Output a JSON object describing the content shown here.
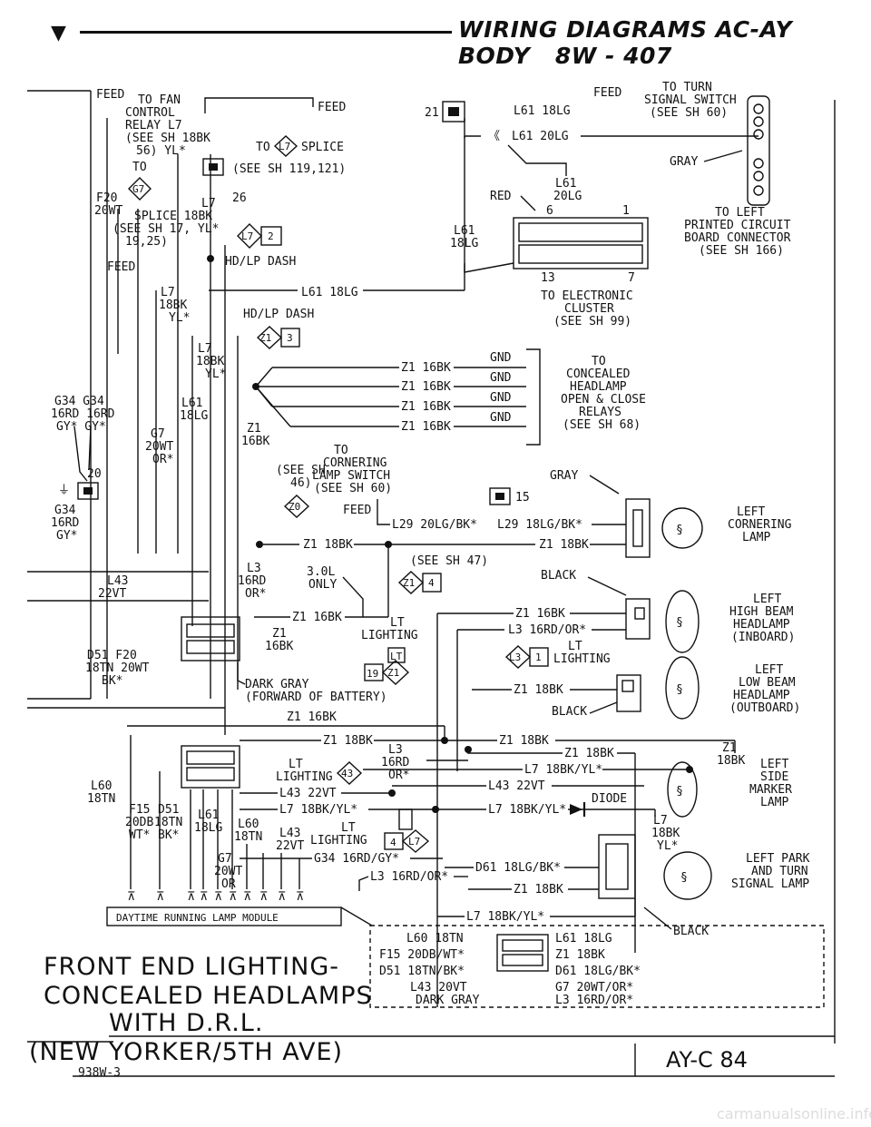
{
  "header": {
    "title": "WIRING DIAGRAMS AC-AY BODY",
    "page": "8W - 407"
  },
  "footer": {
    "watermark": "carmanualsonline.info"
  },
  "caption": {
    "line1": "FRONT END LIGHTING-",
    "line2": "CONCEALED HEADLAMPS",
    "line3": "WITH D.R.L.",
    "line4": "(NEW YORKER/5TH AVE)",
    "drawing_no": "938W-3",
    "figure_id": "AY-C 84"
  },
  "labels": {
    "feed_top": "FEED",
    "to_fan": "TO FAN",
    "control": "CONTROL",
    "relay_l7": "RELAY  L7",
    "see_sh_18bk": "(SEE SH 18BK",
    "n56": "56)   YL*",
    "feed_r": "FEED",
    "to_splice": "TO",
    "l7_box": "L7",
    "splice": "SPLICE",
    "see_sh_119": "(SEE SH 119,121)",
    "to_g7": "TO",
    "g7": "G7",
    "n26": "26",
    "l7_18bk": "L7",
    "f20": "F20",
    "n20wt": "20WT",
    "splice2": "SPLICE  18BK",
    "see_sh17": "(SEE SH 17,  YL*",
    "n1925": "19,25)",
    "l7_2": "L7",
    "n2": "2",
    "feed2": "FEED",
    "hdlp_dash": "HD/LP DASH",
    "hdlp_dash2": "HD/LP DASH",
    "l61_18lg": "L61 18LG",
    "l7_18bk_yl": "L7",
    "n18bk": "18BK",
    "yl": "YL*",
    "z1_3": "Z1",
    "n3": "3",
    "g34a": "G34  G34",
    "n16rd": "16RD 16RD",
    "gy": "GY*  GY*",
    "l61b": "L61",
    "n18lg": "18LG",
    "g7b": "G7",
    "n20wt2": "20WT",
    "or": "OR*",
    "n20": "20",
    "g34b": "G34",
    "n16rd2": "16RD",
    "gy2": "GY*",
    "z1a": "Z1 16BK",
    "z1b": "Z1 16BK",
    "z1c": "Z1 16BK",
    "z1d": "Z1 16BK",
    "gnd": "GND",
    "to_conc": "TO",
    "concealed": "CONCEALED",
    "headlamp": "HEADLAMP",
    "open_close": "OPEN & CLOSE",
    "relays": "RELAYS",
    "see_sh68": "(SEE SH 68)",
    "z1_16bk": "Z1",
    "n16bk": "16BK",
    "to_corner": "TO",
    "see_sh46": "(SEE SH",
    "n46": "46)",
    "cornering": "CORNERING",
    "lamp_switch": "LAMP SWITCH",
    "see_sh60": "(SEE SH 60)",
    "z0": "Z0",
    "feed3": "FEED",
    "l29a": "L29 20LG/BK*",
    "l29b": "L29 18LG/BK*",
    "n15": "15",
    "gray1": "GRAY",
    "z1_18bk": "Z1 18BK",
    "z1_18bk2": "Z1 18BK",
    "see_sh47": "(SEE SH 47)",
    "left_corn": "LEFT",
    "cornering2": "CORNERING",
    "lamp": "LAMP",
    "l43": "L43",
    "n22vt": "22VT",
    "l3": "L3",
    "n16rd3": "16RD",
    "or2": "OR*",
    "n30l": "3.0L",
    "only": "ONLY",
    "z1_4": "Z1",
    "n4": "4",
    "black1": "BLACK",
    "z1_16bk2": "Z1 16BK",
    "z1_16bk3": "Z1 16BK",
    "l3_16rd": "L3 16RD/OR*",
    "left_hb": "LEFT",
    "high_beam": "HIGH BEAM",
    "headlamp2": "HEADLAMP",
    "inboard": "(INBOARD)",
    "d51": "D51  F20",
    "n18tn": "18TN 20WT",
    "bk": "BK*",
    "z1_2": "Z1",
    "n16bk2": "16BK",
    "lt": "LT",
    "lighting": "LIGHTING",
    "lt_box": "LT",
    "n19": "19",
    "z1_box": "Z1",
    "l3_box": "L3",
    "n1": "1",
    "lt2": "LT",
    "lighting2": "LIGHTING",
    "dark_gray": "DARK GRAY",
    "fwd_batt": "(FORWARD OF BATTERY)",
    "z1_16bk4": "Z1 16BK",
    "z1_18bk3": "Z1 18BK",
    "black2": "BLACK",
    "left_lb": "LEFT",
    "low_beam": "LOW BEAM",
    "headlamp3": "HEADLAMP",
    "outboard": "(OUTBOARD)",
    "z1_18bk4": "Z1 18BK",
    "l3b": "L3",
    "n16rd4": "16RD",
    "or3": "OR*",
    "z1_18bk5": "Z1 18BK",
    "z1_18bk6": "Z1 18BK",
    "lt3": "LT",
    "lighting3": "LIGHTING",
    "n43": "43",
    "l7_yl": "L7 18BK/YL*",
    "l43_22vt": "L43 22VT",
    "l43_22vt2": "L43 22VT",
    "diode": "DIODE",
    "l7_yl2": "L7 18BK/YL*",
    "l7_yl3": "L7 18BK/YL*",
    "z1_left": "Z1",
    "n18bk2": "18BK",
    "left_side": "LEFT",
    "side": "SIDE",
    "marker": "MARKER",
    "lamp2": "LAMP",
    "l60": "L60",
    "n18tn2": "18TN",
    "f15": "F15",
    "n20db": "20DB",
    "wt": "WT*",
    "d51b": "D51",
    "n18tn3": "18TN",
    "bk2": "BK*",
    "l61c": "L61",
    "n18lg2": "18LG",
    "l60b": "L60",
    "n18tn4": "18TN",
    "l43b": "L43",
    "n22vt2": "22VT",
    "lt4": "LT",
    "lighting4": "LIGHTING",
    "l7_box2": "L7",
    "n4b": "4",
    "g7c": "G7",
    "n20wt3": "20WT",
    "or4": "OR",
    "g34_16rd": "G34 16RD/GY*",
    "l3_16rd2": "L3 16RD/OR*",
    "d61": "D61 18LG/BK*",
    "z1_18bk7": "Z1 18BK",
    "l7c": "L7",
    "n18bk3": "18BK",
    "yl2": "YL*",
    "left_park": "LEFT PARK",
    "and_turn": "AND TURN",
    "signal_lamp": "SIGNAL LAMP",
    "l7_yl4": "L7 18BK/YL*",
    "black3": "BLACK",
    "drl_module": "DAYTIME RUNNING LAMP MODULE",
    "l60_18tn": "L60 18TN",
    "l61_18lg2": "L61 18LG",
    "f15_20db": "F15 20DB/WT*",
    "z1_18bk8": "Z1 18BK",
    "d51_18tn": "D51 18TN/BK*",
    "d61_18lg": "D61 18LG/BK*",
    "l43_20vt": "L43 20VT",
    "g7_20wt": "G7 20WT/OR*",
    "dark_gray2": "DARK GRAY",
    "l3_16rd3": "L3 16RD/OR*",
    "feed_turn": "FEED",
    "to_turn": "TO TURN",
    "n21": "21",
    "l61_18lg3": "L61 18LG",
    "signal_switch": "SIGNAL SWITCH",
    "see_sh60b": "(SEE SH 60)",
    "l61_20lg": "L61 20LG",
    "gray2": "GRAY",
    "l61d": "L61",
    "n20lg": "20LG",
    "red": "RED",
    "n6": "6",
    "n1b": "1",
    "l61e": "L61",
    "n18lg3": "18LG",
    "n13": "13",
    "n7": "7",
    "to_left": "TO LEFT",
    "printed_circuit": "PRINTED CIRCUIT",
    "board_conn": "BOARD CONNECTOR",
    "see_sh166": "(SEE SH 166)",
    "to_electronic": "TO ELECTRONIC",
    "cluster": "CLUSTER",
    "see_sh99": "(SEE SH 99)"
  }
}
